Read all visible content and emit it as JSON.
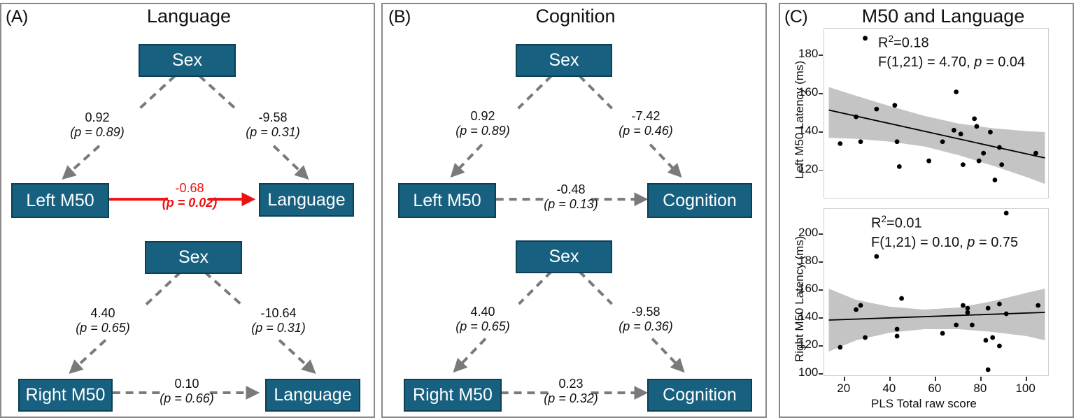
{
  "figure": {
    "panels": [
      {
        "letter": "(A)",
        "title": "Language",
        "models": [
          {
            "nodes": {
              "top": "Sex",
              "left": "Left M50",
              "right": "Language"
            },
            "paths": [
              {
                "name": "sex-to-m50",
                "coef": "0.92",
                "p": "(p = 0.89)",
                "style": "dashed",
                "color": "#7a7a7a"
              },
              {
                "name": "sex-to-outcome",
                "coef": "-9.58",
                "p": "(p = 0.31)",
                "style": "dashed",
                "color": "#7a7a7a"
              },
              {
                "name": "m50-to-outcome",
                "coef": "-0.68",
                "p": "(p = 0.02)",
                "style": "solid",
                "color": "#ee1111"
              }
            ]
          },
          {
            "nodes": {
              "top": "Sex",
              "left": "Right M50",
              "right": "Language"
            },
            "paths": [
              {
                "name": "sex-to-m50",
                "coef": "4.40",
                "p": "(p = 0.65)",
                "style": "dashed",
                "color": "#7a7a7a"
              },
              {
                "name": "sex-to-outcome",
                "coef": "-10.64",
                "p": "(p = 0.31)",
                "style": "dashed",
                "color": "#7a7a7a"
              },
              {
                "name": "m50-to-outcome",
                "coef": "0.10",
                "p": "(p = 0.66)",
                "style": "dashed",
                "color": "#7a7a7a"
              }
            ]
          }
        ]
      },
      {
        "letter": "(B)",
        "title": "Cognition",
        "models": [
          {
            "nodes": {
              "top": "Sex",
              "left": "Left M50",
              "right": "Cognition"
            },
            "paths": [
              {
                "name": "sex-to-m50",
                "coef": "0.92",
                "p": "(p = 0.89)",
                "style": "dashed",
                "color": "#7a7a7a"
              },
              {
                "name": "sex-to-outcome",
                "coef": "-7.42",
                "p": "(p = 0.46)",
                "style": "dashed",
                "color": "#7a7a7a"
              },
              {
                "name": "m50-to-outcome",
                "coef": "-0.48",
                "p": "(p = 0.13)",
                "style": "dashed",
                "color": "#7a7a7a"
              }
            ]
          },
          {
            "nodes": {
              "top": "Sex",
              "left": "Right M50",
              "right": "Cognition"
            },
            "paths": [
              {
                "name": "sex-to-m50",
                "coef": "4.40",
                "p": "(p = 0.65)",
                "style": "dashed",
                "color": "#7a7a7a"
              },
              {
                "name": "sex-to-outcome",
                "coef": "-9.58",
                "p": "(p = 0.36)",
                "style": "dashed",
                "color": "#7a7a7a"
              },
              {
                "name": "m50-to-outcome",
                "coef": "0.23",
                "p": "(p = 0.32)",
                "style": "dashed",
                "color": "#7a7a7a"
              }
            ]
          }
        ]
      },
      {
        "letter": "(C)",
        "title": "M50 and Language"
      }
    ]
  },
  "chart_data": [
    {
      "type": "scatter",
      "name": "left-m50-vs-pls",
      "title": "M50 and Language",
      "xlabel": "",
      "ylabel": "Left M50 Latency (ms)",
      "xlim": [
        11,
        110
      ],
      "ylim": [
        105,
        194
      ],
      "yticks": [
        120,
        140,
        160,
        180
      ],
      "xticks": [
        20,
        40,
        60,
        80,
        100
      ],
      "grid": false,
      "annotations": {
        "r2_prefix": "R",
        "r2_sup": "2",
        "r2_value": "=0.18",
        "f_stat": "F(1,21) = 4.70, ",
        "p_italic": "p",
        "p_value": " = 0.04"
      },
      "fit_line": {
        "x": [
          13,
          108
        ],
        "y": [
          151.5,
          126.5
        ]
      },
      "ci_band": {
        "x": [
          13,
          25,
          40,
          55,
          70,
          85,
          100,
          108
        ],
        "upper": [
          163.5,
          159.0,
          153.5,
          148.5,
          144.5,
          142.0,
          140.5,
          140.0
        ],
        "lower": [
          137.0,
          136.5,
          135.0,
          132.5,
          128.0,
          122.5,
          116.5,
          113.0
        ]
      },
      "points": [
        {
          "x": 18,
          "y": 134
        },
        {
          "x": 25,
          "y": 148
        },
        {
          "x": 27,
          "y": 135
        },
        {
          "x": 29,
          "y": 189
        },
        {
          "x": 34,
          "y": 152
        },
        {
          "x": 42,
          "y": 154
        },
        {
          "x": 43,
          "y": 135
        },
        {
          "x": 44,
          "y": 122
        },
        {
          "x": 57,
          "y": 125
        },
        {
          "x": 63,
          "y": 135
        },
        {
          "x": 68,
          "y": 141
        },
        {
          "x": 69,
          "y": 161
        },
        {
          "x": 71,
          "y": 139
        },
        {
          "x": 72,
          "y": 123
        },
        {
          "x": 77,
          "y": 147
        },
        {
          "x": 78,
          "y": 143
        },
        {
          "x": 79,
          "y": 125
        },
        {
          "x": 81,
          "y": 129
        },
        {
          "x": 84,
          "y": 140
        },
        {
          "x": 86,
          "y": 115
        },
        {
          "x": 88,
          "y": 132
        },
        {
          "x": 89,
          "y": 123
        },
        {
          "x": 104,
          "y": 129
        }
      ]
    },
    {
      "type": "scatter",
      "name": "right-m50-vs-pls",
      "title": "",
      "xlabel": "PLS Total raw score",
      "ylabel": "Right M50 Latency (ms)",
      "xlim": [
        11,
        110
      ],
      "ylim": [
        98,
        218
      ],
      "yticks": [
        100,
        120,
        140,
        160,
        180,
        200
      ],
      "xticks": [
        20,
        40,
        60,
        80,
        100
      ],
      "grid": false,
      "annotations": {
        "r2_prefix": "R",
        "r2_sup": "2",
        "r2_value": "=0.01",
        "f_stat": "F(1,21) = 0.10, ",
        "p_italic": "p",
        "p_value": " = 0.75"
      },
      "fit_line": {
        "x": [
          13,
          108
        ],
        "y": [
          138.5,
          144.0
        ]
      },
      "ci_band": {
        "x": [
          13,
          25,
          40,
          55,
          70,
          85,
          100,
          108
        ],
        "upper": [
          161.0,
          153.0,
          148.0,
          146.0,
          147.5,
          152.0,
          158.0,
          161.0
        ],
        "lower": [
          116.0,
          124.0,
          129.5,
          132.0,
          132.0,
          130.0,
          127.0,
          124.0
        ]
      },
      "points": [
        {
          "x": 18,
          "y": 119
        },
        {
          "x": 25,
          "y": 146
        },
        {
          "x": 27,
          "y": 149
        },
        {
          "x": 29,
          "y": 126
        },
        {
          "x": 34,
          "y": 184
        },
        {
          "x": 43,
          "y": 132
        },
        {
          "x": 43,
          "y": 127
        },
        {
          "x": 45,
          "y": 154
        },
        {
          "x": 63,
          "y": 129
        },
        {
          "x": 69,
          "y": 135
        },
        {
          "x": 72,
          "y": 149
        },
        {
          "x": 74,
          "y": 147
        },
        {
          "x": 74,
          "y": 144
        },
        {
          "x": 76,
          "y": 135
        },
        {
          "x": 82,
          "y": 124
        },
        {
          "x": 83,
          "y": 147
        },
        {
          "x": 83,
          "y": 103
        },
        {
          "x": 85,
          "y": 126
        },
        {
          "x": 88,
          "y": 150
        },
        {
          "x": 88,
          "y": 120
        },
        {
          "x": 91,
          "y": 143
        },
        {
          "x": 91,
          "y": 215
        },
        {
          "x": 105,
          "y": 149
        }
      ]
    }
  ]
}
